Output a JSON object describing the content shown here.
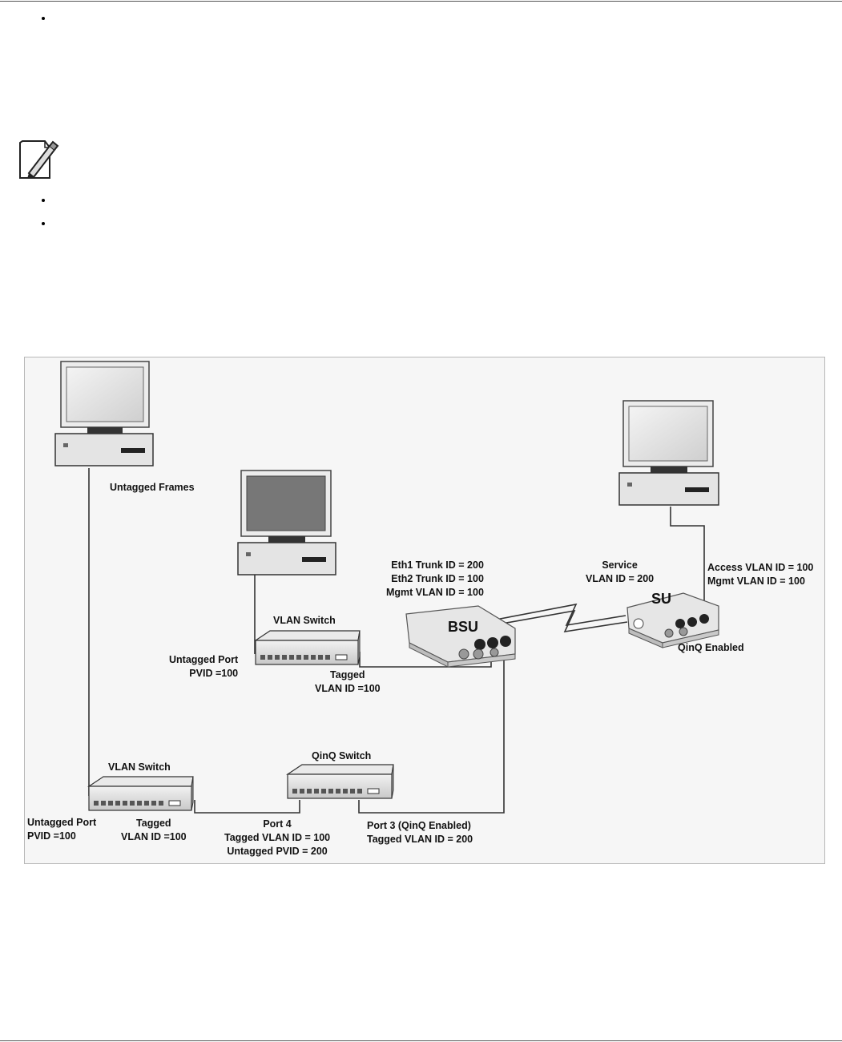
{
  "diagram": {
    "pc_labels": {
      "untagged_frames": "Untagged Frames"
    },
    "vlan_switch_top": {
      "name": "VLAN Switch",
      "untagged_port": [
        "Untagged Port",
        "PVID =100"
      ],
      "tagged": [
        "Tagged",
        "VLAN ID =100"
      ]
    },
    "bsu": {
      "name": "BSU",
      "config": [
        "Eth1 Trunk ID = 200",
        "Eth2 Trunk ID = 100",
        "Mgmt VLAN ID = 100"
      ]
    },
    "su": {
      "name": "SU",
      "service": [
        "Service",
        "VLAN ID = 200"
      ],
      "access": [
        "Access VLAN ID = 100",
        "Mgmt VLAN ID = 100"
      ],
      "qinq": "QinQ Enabled"
    },
    "vlan_switch_bottom": {
      "name": "VLAN Switch",
      "untagged_port": [
        "Untagged Port",
        "PVID =100"
      ],
      "tagged": [
        "Tagged",
        "VLAN ID =100"
      ]
    },
    "qinq_switch": {
      "name": "QinQ Switch",
      "port4": [
        "Port 4",
        "Tagged VLAN ID = 100",
        "Untagged PVID = 200"
      ],
      "port3": [
        "Port 3 (QinQ Enabled)",
        "Tagged VLAN ID = 200"
      ]
    }
  }
}
